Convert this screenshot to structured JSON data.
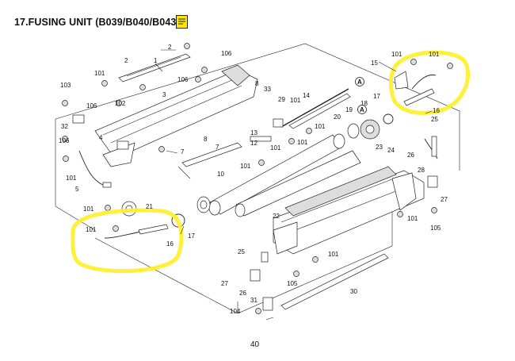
{
  "title": "17.FUSING UNIT (B039/B040/B043)",
  "page_number": "40",
  "note_icon": "note-icon",
  "highlight_color": "#ffef2a",
  "part_labels": {
    "p1": "1",
    "p2a": "2",
    "p2b": "2",
    "p3": "3",
    "p4": "4",
    "p5": "5",
    "p7a": "7",
    "p7b": "7",
    "p8a": "8",
    "p8b": "8",
    "p10": "10",
    "p12": "12",
    "p13": "13",
    "p14": "14",
    "p15": "15",
    "p16a": "16",
    "p16b": "16",
    "p17a": "17",
    "p17b": "17",
    "p18": "18",
    "p19": "19",
    "p20": "20",
    "p21": "21",
    "p22": "22",
    "p23": "23",
    "p24": "24",
    "p25a": "25",
    "p25b": "25",
    "p26a": "26",
    "p26b": "26",
    "p27a": "27",
    "p27b": "27",
    "p28": "28",
    "p29": "29",
    "p30": "30",
    "p31": "31",
    "p32": "32",
    "p33": "33",
    "p101a": "101",
    "p101b": "101",
    "p101c": "101",
    "p101d": "101",
    "p101e": "101",
    "p101f": "101",
    "p101g": "101",
    "p101h": "101",
    "p101i": "101",
    "p101j": "101",
    "p101k": "101",
    "p101l": "101",
    "p101m": "101",
    "p102": "102",
    "p103": "103",
    "p104": "104",
    "p105a": "105",
    "p105b": "105",
    "p106a": "106",
    "p106b": "106",
    "p106c": "106",
    "p106d": "106",
    "callout_a1": "A",
    "callout_a2": "A"
  }
}
